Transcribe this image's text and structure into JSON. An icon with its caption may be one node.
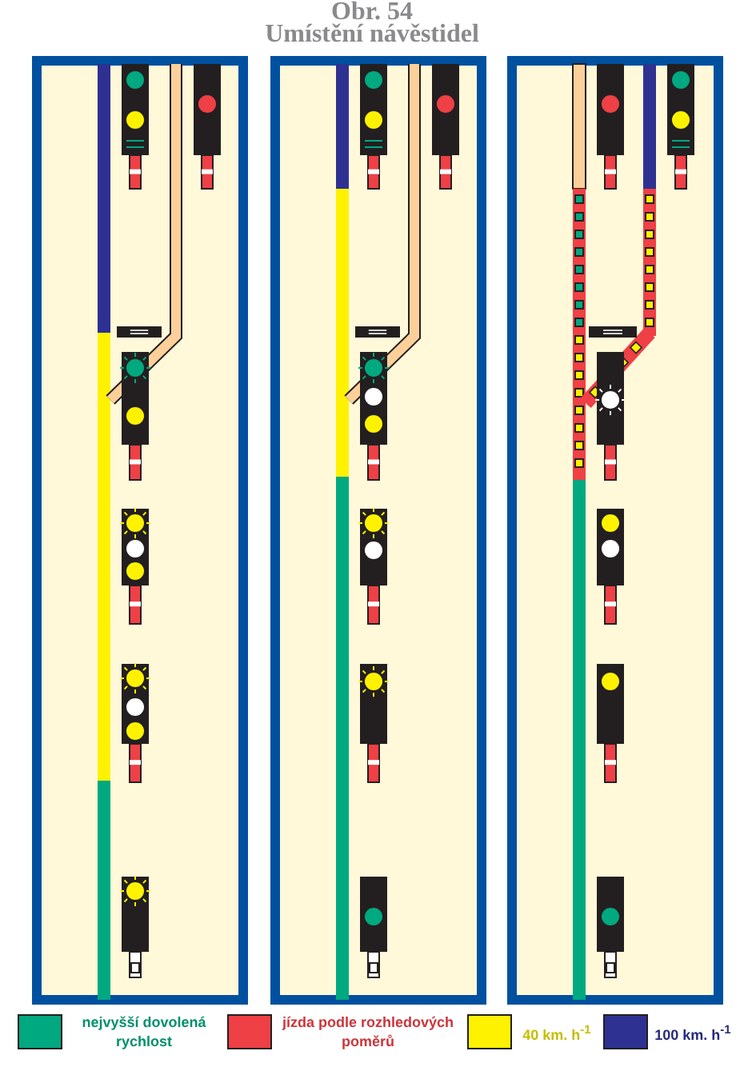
{
  "diagram": {
    "title": "Obr. 54",
    "labels": [
      "Umístění návěstidel"
    ],
    "legend": [
      {
        "text": "nejvyšší dovolená rychlost",
        "color": "#00a97f"
      },
      {
        "text": "jízda podle rozhledových poměrů",
        "color": "#ef4045"
      },
      {
        "text": "40 km. h$^{-1}$",
        "color": "#fff200"
      },
      {
        "text": "100 km. h$^{-1}$",
        "color": "#2e3192"
      }
    ]
  }
}
